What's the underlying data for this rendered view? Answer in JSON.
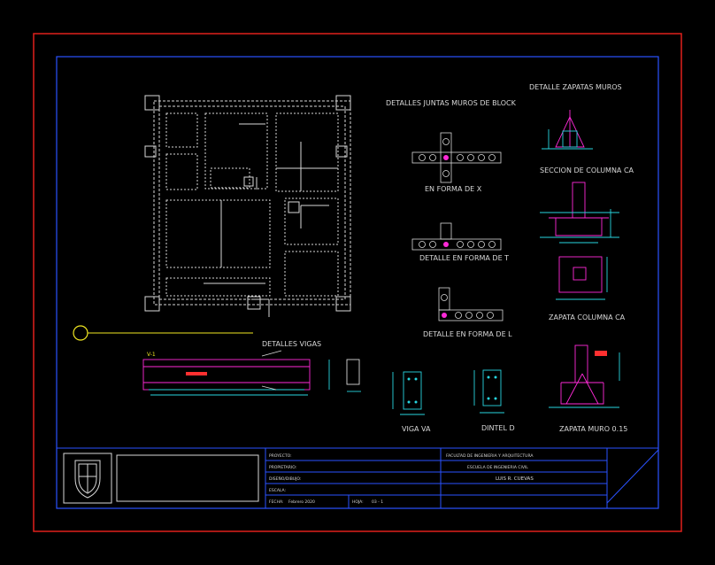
{
  "sections": {
    "juntas_title": "DETALLES  JUNTAS MUROS DE BLOCK",
    "zapatas_title": "DETALLE ZAPATAS MUROS",
    "forma_x": "EN FORMA DE X",
    "forma_t": "DETALLE  EN FORMA DE T",
    "forma_l": "DETALLE  EN FORMA DE L",
    "seccion_columna": "SECCION DE COLUMNA CA",
    "zapata_columna": "ZAPATA COLUMNA CA",
    "vigas_title": "DETALLES  VIGAS",
    "viga_va": "VIGA VA",
    "dintel": "DINTEL D",
    "zapata_muro": "ZAPATA MURO 0.15",
    "viga_label": "V-1"
  },
  "title_block": {
    "row1_label": "PROYECTO:",
    "row2_label": "PROPIETARIO:",
    "row3_label": "DISEÑO/DIBUJO:",
    "row4_label": "ESCALA:",
    "row5_fecha_label": "FECHA:",
    "row5_fecha_value": "Febrero 2020",
    "row5_hoja_label": "HOJA:",
    "row5_hoja_value": "03 - 1",
    "faculty": "FACULTAD DE INGENIERIA Y ARQUITECTURA",
    "school": "ESCUELA DE INGENIERIA CIVIL",
    "name": "LUIS R. CUEVAS"
  },
  "colors": {
    "border_red": "#e0201c",
    "frame_blue": "#2a52ff",
    "plan_white": "#d8d8d8",
    "cyan": "#27d6e0",
    "magenta": "#ff2ad8",
    "yellow": "#f2e822",
    "green": "#33ff33",
    "red_text": "#ff3030"
  }
}
